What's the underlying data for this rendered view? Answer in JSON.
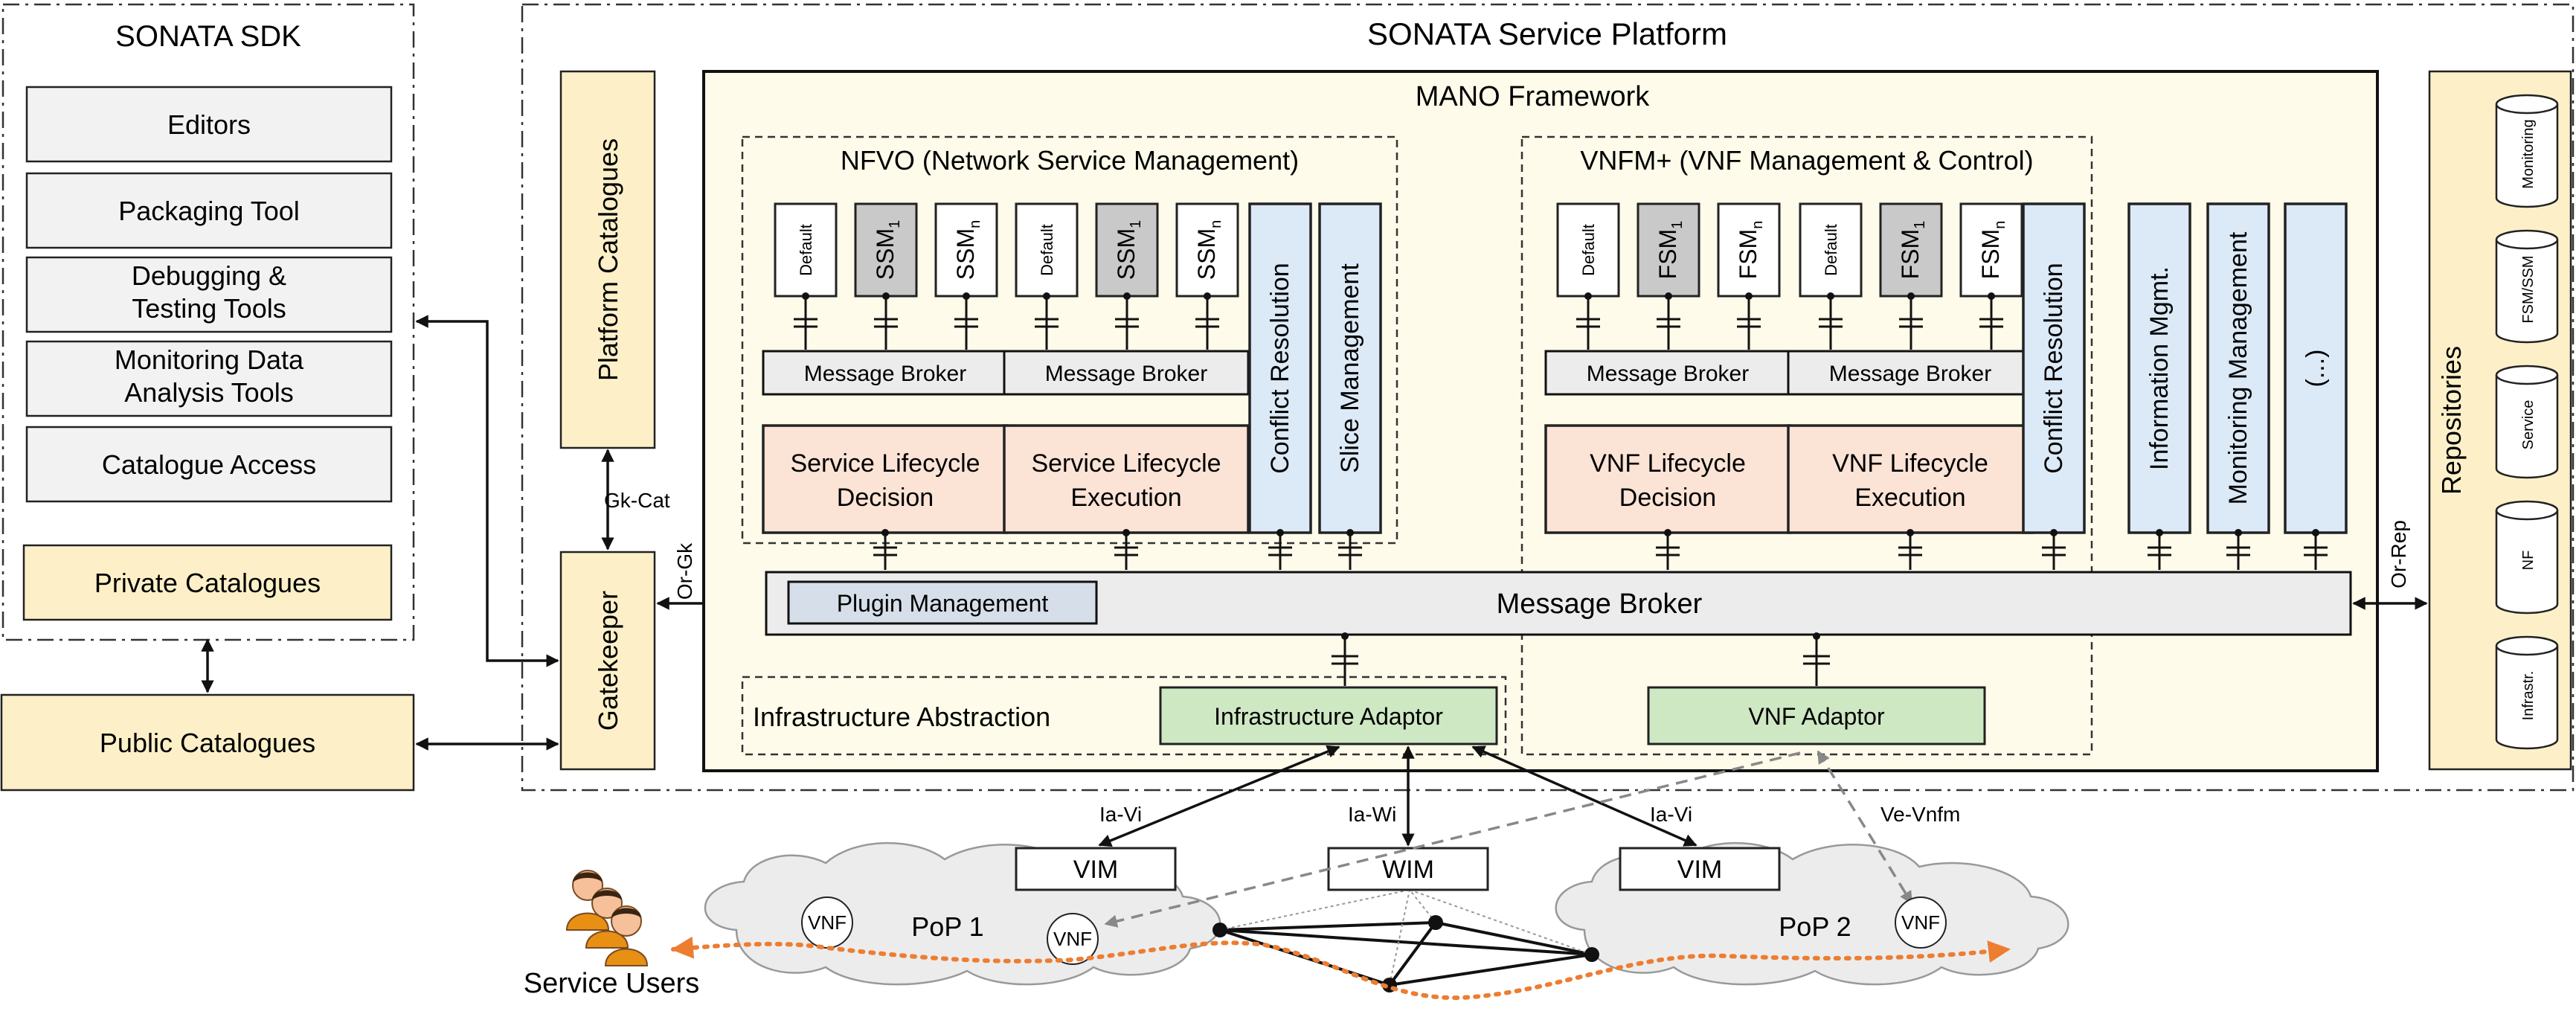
{
  "sdk": {
    "title": "SONATA SDK",
    "items": [
      "Editors",
      "Packaging Tool",
      "Debugging & Testing Tools",
      "Monitoring Data Analysis Tools",
      "Catalogue Access"
    ],
    "private_catalogues": "Private Catalogues"
  },
  "public_catalogues": "Public Catalogues",
  "platform": {
    "title": "SONATA Service Platform",
    "platform_catalogues": "Platform Catalogues",
    "gatekeeper": "Gatekeeper",
    "gk_cat": "Gk-Cat",
    "or_gk": "Or-Gk",
    "or_rep": "Or-Rep",
    "repositories": {
      "title": "Repositories",
      "items": [
        "Monitoring",
        "FSM/SSM",
        "Service",
        "NF",
        "Infrastr."
      ]
    }
  },
  "mano": {
    "title": "MANO Framework",
    "nfvo": {
      "title": "NFVO (Network Service Management)",
      "module_labels": [
        "Default",
        "SSM",
        "SSM"
      ],
      "module_subscripts": [
        "",
        "1",
        "n"
      ],
      "broker": "Message Broker",
      "lifecycle": [
        "Service Lifecycle Decision",
        "Service Lifecycle Execution"
      ],
      "side": [
        "Conflict Resolution",
        "Slice Management"
      ]
    },
    "vnfm": {
      "title": "VNFM+ (VNF Management & Control)",
      "module_labels": [
        "Default",
        "FSM",
        "FSM"
      ],
      "module_subscripts": [
        "",
        "1",
        "n"
      ],
      "broker": "Message Broker",
      "lifecycle": [
        "VNF Lifecycle Decision",
        "VNF Lifecycle Execution"
      ],
      "side": [
        "Conflict Resolution"
      ]
    },
    "other_components": [
      "Information Mgmt.",
      "Monitoring Management",
      "(...)"
    ],
    "plugin_management": "Plugin Management",
    "message_broker": "Message Broker",
    "infra_abstraction": "Infrastructure Abstraction",
    "infra_adaptor": "Infrastructure Adaptor",
    "vnf_adaptor": "VNF Adaptor"
  },
  "infrastructure": {
    "vim_left": "VIM",
    "wim": "WIM",
    "vim_right": "VIM",
    "ia_vi_left": "Ia-Vi",
    "ia_wi": "Ia-Wi",
    "ia_vi_right": "Ia-Vi",
    "ve_vnfm": "Ve-Vnfm",
    "pop1": "PoP 1",
    "pop2": "PoP 2",
    "vnf": "VNF",
    "service_users": "Service Users"
  }
}
